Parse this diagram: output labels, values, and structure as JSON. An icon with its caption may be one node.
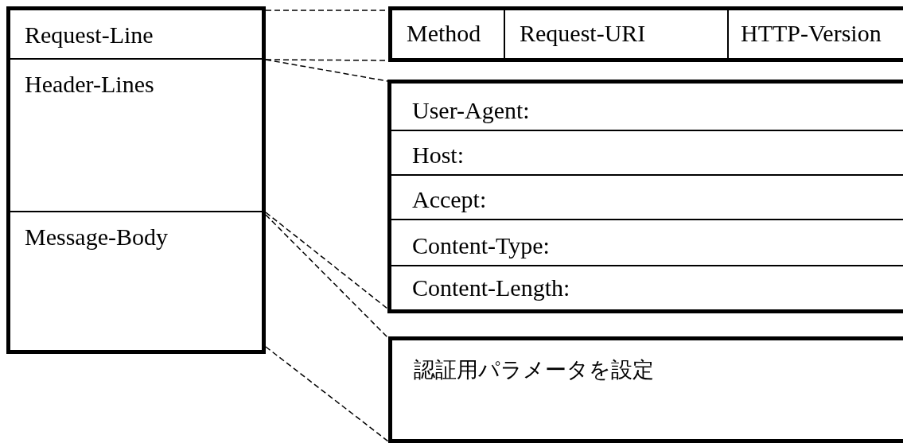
{
  "diagram": {
    "nodes": [
      {
        "text": [],
        "shape": "box"
      },
      {
        "text": [
          "Request-Line"
        ],
        "in": 0
      },
      {
        "text": [
          "Header-Lines"
        ],
        "in": 0
      },
      {
        "text": [
          "Message-Body"
        ],
        "in": 0
      },
      {
        "text": [],
        "shape": "box"
      },
      {
        "text": [
          "Method"
        ],
        "in": 4
      },
      {
        "text": [
          "Request-URI"
        ],
        "in": 4
      },
      {
        "text": [
          "HTTP-Version"
        ],
        "in": 4
      },
      {
        "text": [],
        "shape": "box"
      },
      {
        "text": [
          "User-Agent:"
        ],
        "in": 8
      },
      {
        "text": [
          "Host:"
        ],
        "in": 8
      },
      {
        "text": [
          "Accept:"
        ],
        "in": 8
      },
      {
        "text": [
          "Content-Type:"
        ],
        "in": 8
      },
      {
        "text": [
          "Content-Length:"
        ],
        "in": 8
      },
      {
        "text": [
          "認証用パラメータを設定"
        ]
      }
    ],
    "edges": [
      {
        "from": 1,
        "to": 4,
        "arrow": "none",
        "style": "dashed"
      },
      {
        "from": 1,
        "to": 4,
        "arrow": "none",
        "style": "dashed"
      },
      {
        "from": 2,
        "to": 8,
        "arrow": "none",
        "style": "dashed"
      },
      {
        "from": 2,
        "to": 8,
        "arrow": "none",
        "style": "dashed"
      },
      {
        "from": 3,
        "to": 14,
        "arrow": "none",
        "style": "dashed"
      },
      {
        "from": 3,
        "to": 14,
        "arrow": "none",
        "style": "dashed"
      }
    ]
  }
}
